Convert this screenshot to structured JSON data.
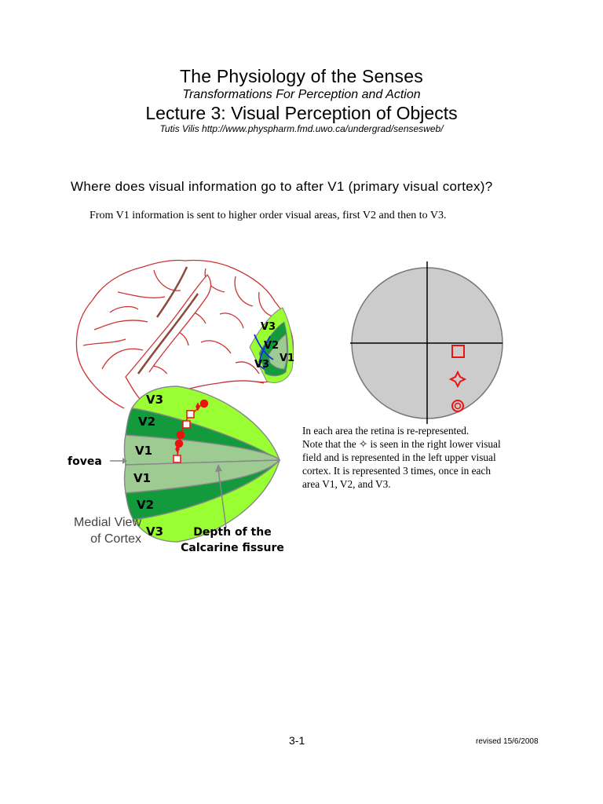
{
  "header": {
    "title": "The Physiology of the Senses",
    "subtitle": "Transformations For Perception and Action",
    "lecture": "Lecture 3: Visual Perception of Objects",
    "author": "Tutis Vilis  http://www.physpharm.fmd.uwo.ca/undergrad/sensesweb/"
  },
  "question": "Where does visual information go to after V1 (primary visual cortex)?",
  "intro": "From V1 information is sent to higher order visual areas, first V2 and then to V3.",
  "figure": {
    "brain_labels": [
      "V3",
      "V2",
      "V1",
      "V3"
    ],
    "band_labels": [
      "V3",
      "V2",
      "V1",
      "V1",
      "V2",
      "V3"
    ],
    "fovea_label": "fovea",
    "medial_view_line1": "Medial View",
    "medial_view_line2": "of Cortex",
    "depth_line1": "Depth of the",
    "depth_line2": "Calcarine fissure",
    "colors": {
      "light_green": "#99ff33",
      "dark_green": "#129a3c",
      "pale_green": "#9ecb92",
      "outline": "#888888",
      "marker": "#ee1111",
      "brain": "#cc3333",
      "field": "#cccccc"
    }
  },
  "caption_lines": [
    "In each area the retina is re-represented.",
    "Note that the ✧ is seen in the right lower visual",
    "field and is represented in the left upper visual",
    "cortex. It is represented 3 times, once in each",
    "area V1, V2, and V3."
  ],
  "footer": {
    "page": "3-1",
    "revised": "revised 15/6/2008"
  }
}
